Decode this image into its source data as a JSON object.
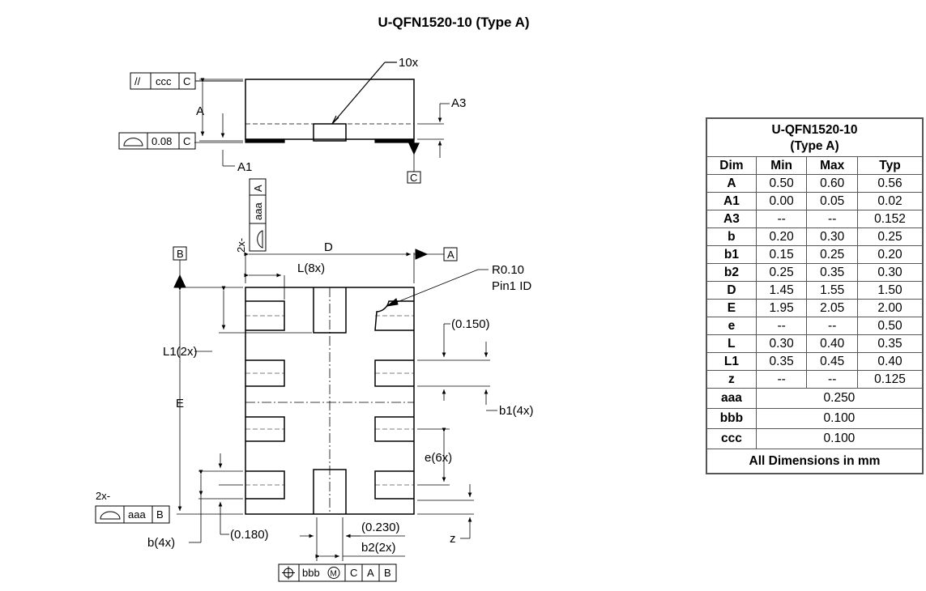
{
  "title": "U-QFN1520-10 (Type A)",
  "labels": {
    "count_10x": "10x",
    "A": "A",
    "A1": "A1",
    "A3": "A3",
    "C": "C",
    "D": "D",
    "E": "E",
    "B_datum": "B",
    "A_datum": "A",
    "L_8x": "L(8x)",
    "L1_2x": "L1(2x)",
    "r0_10": "R0.10",
    "pin1_id": "Pin1 ID",
    "dim_0150": "(0.150)",
    "b1_4x": "b1(4x)",
    "e_6x": "e(6x)",
    "z": "z",
    "b_4x": "b(4x)",
    "dim_0180": "(0.180)",
    "dim_0230": "(0.230)",
    "b2_2x": "b2(2x)",
    "two_x_left": "2x-",
    "two_x_vert": "2x-"
  },
  "fcf": {
    "parallel": {
      "symbol": "//",
      "tol": "ccc",
      "datum": "C"
    },
    "flat": {
      "tol": "0.08",
      "datum": "C"
    },
    "vertical": {
      "tol": "aaa",
      "datum": "A"
    },
    "bottom_left": {
      "tol": "aaa",
      "datum": "B"
    },
    "position": {
      "tol": "bbb",
      "modifier": "M",
      "datums": [
        "C",
        "A",
        "B"
      ]
    }
  },
  "table": {
    "title_line1": "U-QFN1520-10",
    "title_line2": "(Type A)",
    "headers": [
      "Dim",
      "Min",
      "Max",
      "Typ"
    ],
    "rows": [
      [
        "A",
        "0.50",
        "0.60",
        "0.56"
      ],
      [
        "A1",
        "0.00",
        "0.05",
        "0.02"
      ],
      [
        "A3",
        "--",
        "--",
        "0.152"
      ],
      [
        "b",
        "0.20",
        "0.30",
        "0.25"
      ],
      [
        "b1",
        "0.15",
        "0.25",
        "0.20"
      ],
      [
        "b2",
        "0.25",
        "0.35",
        "0.30"
      ],
      [
        "D",
        "1.45",
        "1.55",
        "1.50"
      ],
      [
        "E",
        "1.95",
        "2.05",
        "2.00"
      ],
      [
        "e",
        "--",
        "--",
        "0.50"
      ],
      [
        "L",
        "0.30",
        "0.40",
        "0.35"
      ],
      [
        "L1",
        "0.35",
        "0.45",
        "0.40"
      ],
      [
        "z",
        "--",
        "--",
        "0.125"
      ]
    ],
    "span_rows": [
      [
        "aaa",
        "0.250"
      ],
      [
        "bbb",
        "0.100"
      ],
      [
        "ccc",
        "0.100"
      ]
    ],
    "footer": "All Dimensions in mm"
  }
}
